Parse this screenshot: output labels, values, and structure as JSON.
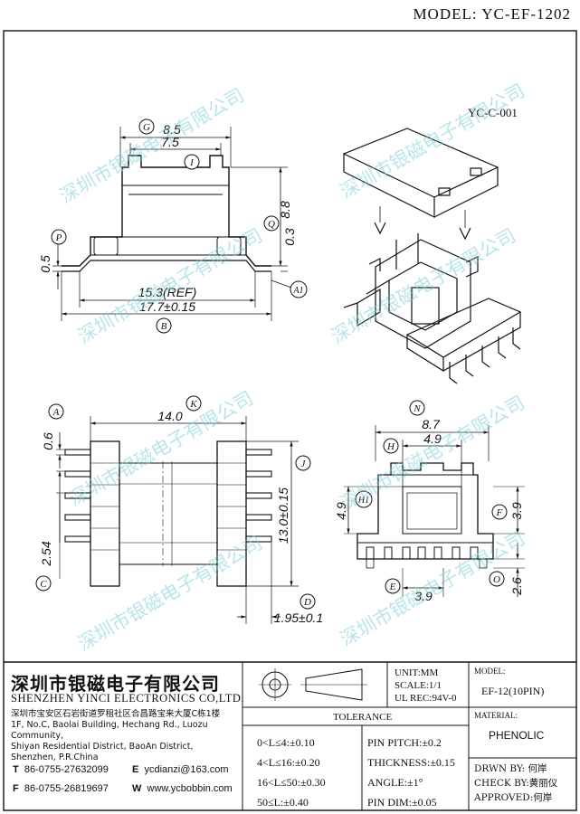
{
  "header": {
    "model_title": "MODEL: YC-EF-1202"
  },
  "drawing": {
    "cover_label": "YC-C-001",
    "dims": {
      "d8_5": "8.5",
      "d7_5": "7.5",
      "d8_8": "8.8",
      "d0_3": "0.3",
      "d0_5": "0.5",
      "d15_3": "15.3(REF)",
      "d17_7": "17.7±0.15",
      "d14_0": "14.0",
      "d0_6": "0.6",
      "d13_0": "13.0±0.15",
      "d2_54": "2.54",
      "d1_95": "1.95±0.1",
      "d8_7": "8.7",
      "d4_9a": "4.9",
      "d4_9b": "4.9",
      "d3_9a": "3.9",
      "d3_9b": "3.9",
      "d2_6": "2.6"
    },
    "callouts": [
      "G",
      "I",
      "Q",
      "P",
      "A1",
      "B",
      "A",
      "K",
      "J",
      "C",
      "D",
      "N",
      "H",
      "H1",
      "F",
      "E",
      "O"
    ]
  },
  "watermark": "深圳市银磁电子有限公司",
  "titleblock": {
    "company_cn": "深圳市银磁电子有限公司",
    "company_en": "SHENZHEN YINCI ELECTRONICS CO,LTD.",
    "address": [
      "深圳市宝安区石岩街道罗租社区合昌路宝来大厦C栋1楼",
      "1F, No.C, Baolai Building, Hechang Rd., Luozu Community,",
      "Shiyan Residential District, BaoAn District,",
      "Shenzhen, P.R.China"
    ],
    "tel_label": "T",
    "tel": "86-0755-27632099",
    "fax_label": "F",
    "fax": "86-0755-26819697",
    "email_label": "E",
    "email": "ycdianzi@163.com",
    "web_label": "W",
    "web": "www.ycbobbin.com",
    "unit": "UNIT:MM",
    "scale": "SCALE:1/1",
    "ul": "UL REC:94V-0",
    "tolerance_title": "TOLERANCE",
    "tol_left": [
      "0<L≤4:±0.10",
      "4<L≤16:±0.20",
      "16<L≤50:±0.30",
      "50≤L:±0.40"
    ],
    "tol_right": [
      "PIN PITCH:±0.2",
      "THICKNESS:±0.15",
      "ANGLE:±1°",
      "PIN DIM:±0.05"
    ],
    "model_label": "MODEL:",
    "model_value": "EF-12(10PIN)",
    "material_label": "MATERIAL:",
    "material_value": "PHENOLIC",
    "drawn": "DRWN BY: 何岸",
    "check": "CHECK BY:黄丽仪",
    "approved": "APPROVED:何岸"
  }
}
